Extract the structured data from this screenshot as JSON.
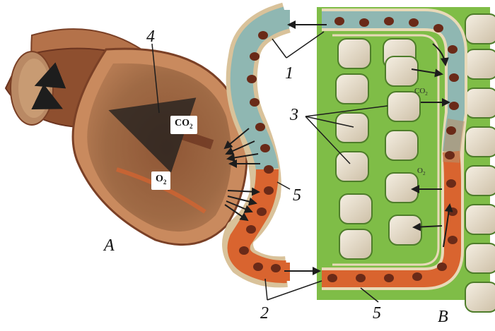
{
  "labels": {
    "num_1": "1",
    "num_2": "2",
    "num_3": "3",
    "num_4": "4",
    "num_5_top": "5",
    "num_5_bottom": "5",
    "letter_a": "A",
    "letter_b": "B"
  },
  "gas_boxes": {
    "co2_main": "CO",
    "co2_main_sub": "2",
    "o2_main": "O",
    "o2_main_sub": "2"
  },
  "gas_small": {
    "co2_tissue": "CO",
    "co2_tissue_sub": "2",
    "o2_tissue": "O",
    "o2_tissue_sub": "2"
  },
  "colors": {
    "alveolus_fill": "#9b5a35",
    "alveolus_wall": "#c98a5e",
    "venous_blood": "#8fb7b2",
    "arterial_blood": "#d9642f",
    "tissue_green": "#7dbb45",
    "tissue_cell": "#e7dcc7",
    "arrow_dark": "#2a1a16"
  }
}
